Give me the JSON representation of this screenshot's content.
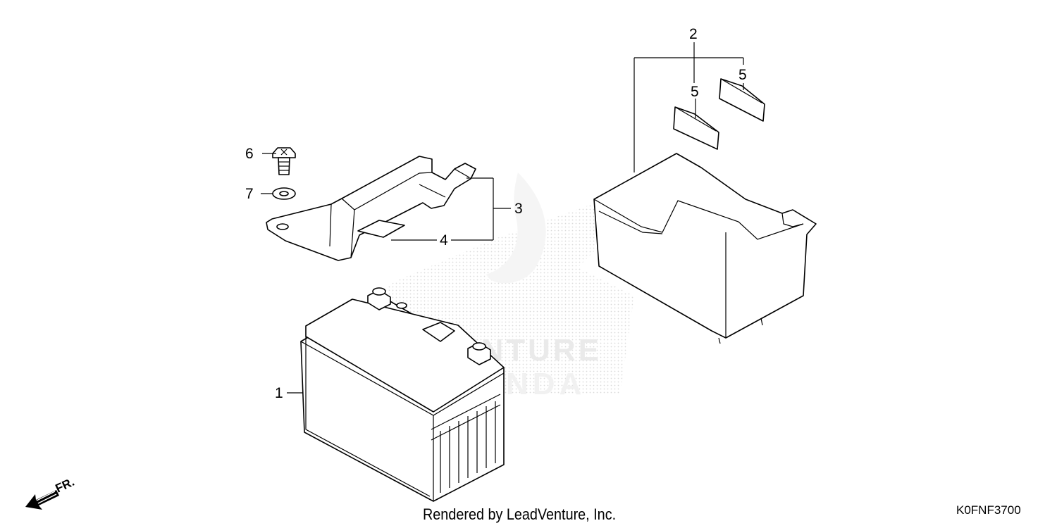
{
  "callouts": {
    "c1": "1",
    "c2": "2",
    "c3": "3",
    "c4": "4",
    "c5a": "5",
    "c5b": "5",
    "c6": "6",
    "c7": "7"
  },
  "watermark": {
    "line1": "LEADVENTURE",
    "line2": "HONDA"
  },
  "footer": {
    "render_credit": "Rendered by LeadVenture, Inc.",
    "diagram_code": "K0FNF3700"
  },
  "direction_indicator": {
    "label": "FR.",
    "icon": "front-direction-arrow-icon"
  },
  "colors": {
    "line": "#000000",
    "watermark": "#d9d9d9",
    "background": "#ffffff"
  }
}
